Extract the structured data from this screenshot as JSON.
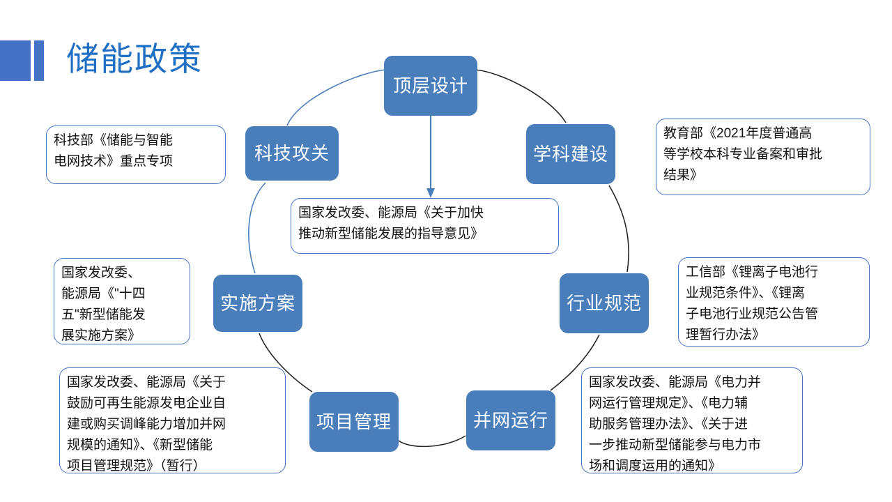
{
  "title": "储能政策",
  "theme": {
    "accent": "#4472C4",
    "node_fill": "#4A7EBB",
    "title_color": "#1F6FC4",
    "callout_border": "#4472C4",
    "ring_color": "#262626",
    "arrow_color": "#4A7EBB"
  },
  "diagram": {
    "type": "cycle",
    "nodes": [
      {
        "id": "top-design",
        "label": "顶层设计"
      },
      {
        "id": "tech",
        "label": "科技攻关"
      },
      {
        "id": "discipline",
        "label": "学科建设"
      },
      {
        "id": "plan",
        "label": "实施方案"
      },
      {
        "id": "standard",
        "label": "行业规范"
      },
      {
        "id": "project",
        "label": "项目管理"
      },
      {
        "id": "grid",
        "label": "并网运行"
      }
    ],
    "callouts": [
      {
        "id": "tech",
        "for_node": "tech",
        "lines": [
          "科技部《储能与智能",
          "电网技术》重点专项"
        ]
      },
      {
        "id": "discipline",
        "for_node": "discipline",
        "lines": [
          "教育部《2021年度普通高",
          "等学校本科专业备案和审批",
          "结果》"
        ]
      },
      {
        "id": "center",
        "for_node": "top-design",
        "lines": [
          "国家发改委、能源局《关于加快",
          "推动新型储能发展的指导意见》"
        ]
      },
      {
        "id": "plan",
        "for_node": "plan",
        "lines": [
          "国家发改委、",
          "能源局《\"十四",
          "五\"新型储能发",
          "展实施方案》"
        ]
      },
      {
        "id": "standard",
        "for_node": "standard",
        "lines": [
          "工信部《锂离子电池行",
          "业规范条件》、《锂离",
          "子电池行业规范公告管",
          "理暂行办法》"
        ]
      },
      {
        "id": "project",
        "for_node": "project",
        "lines": [
          "国家发改委、能源局《关于",
          "鼓励可再生能源发电企业自",
          "建或购买调峰能力增加并网",
          "规模的通知》、《新型储能",
          "项目管理规范》（暂行）"
        ]
      },
      {
        "id": "grid",
        "for_node": "grid",
        "lines": [
          "国家发改委、能源局《电力并",
          "网运行管理规定》、《电力辅",
          "助服务管理办法》、《关于进",
          "一步推动新型储能参与电力市",
          "场和调度运用的通知》"
        ]
      }
    ]
  }
}
